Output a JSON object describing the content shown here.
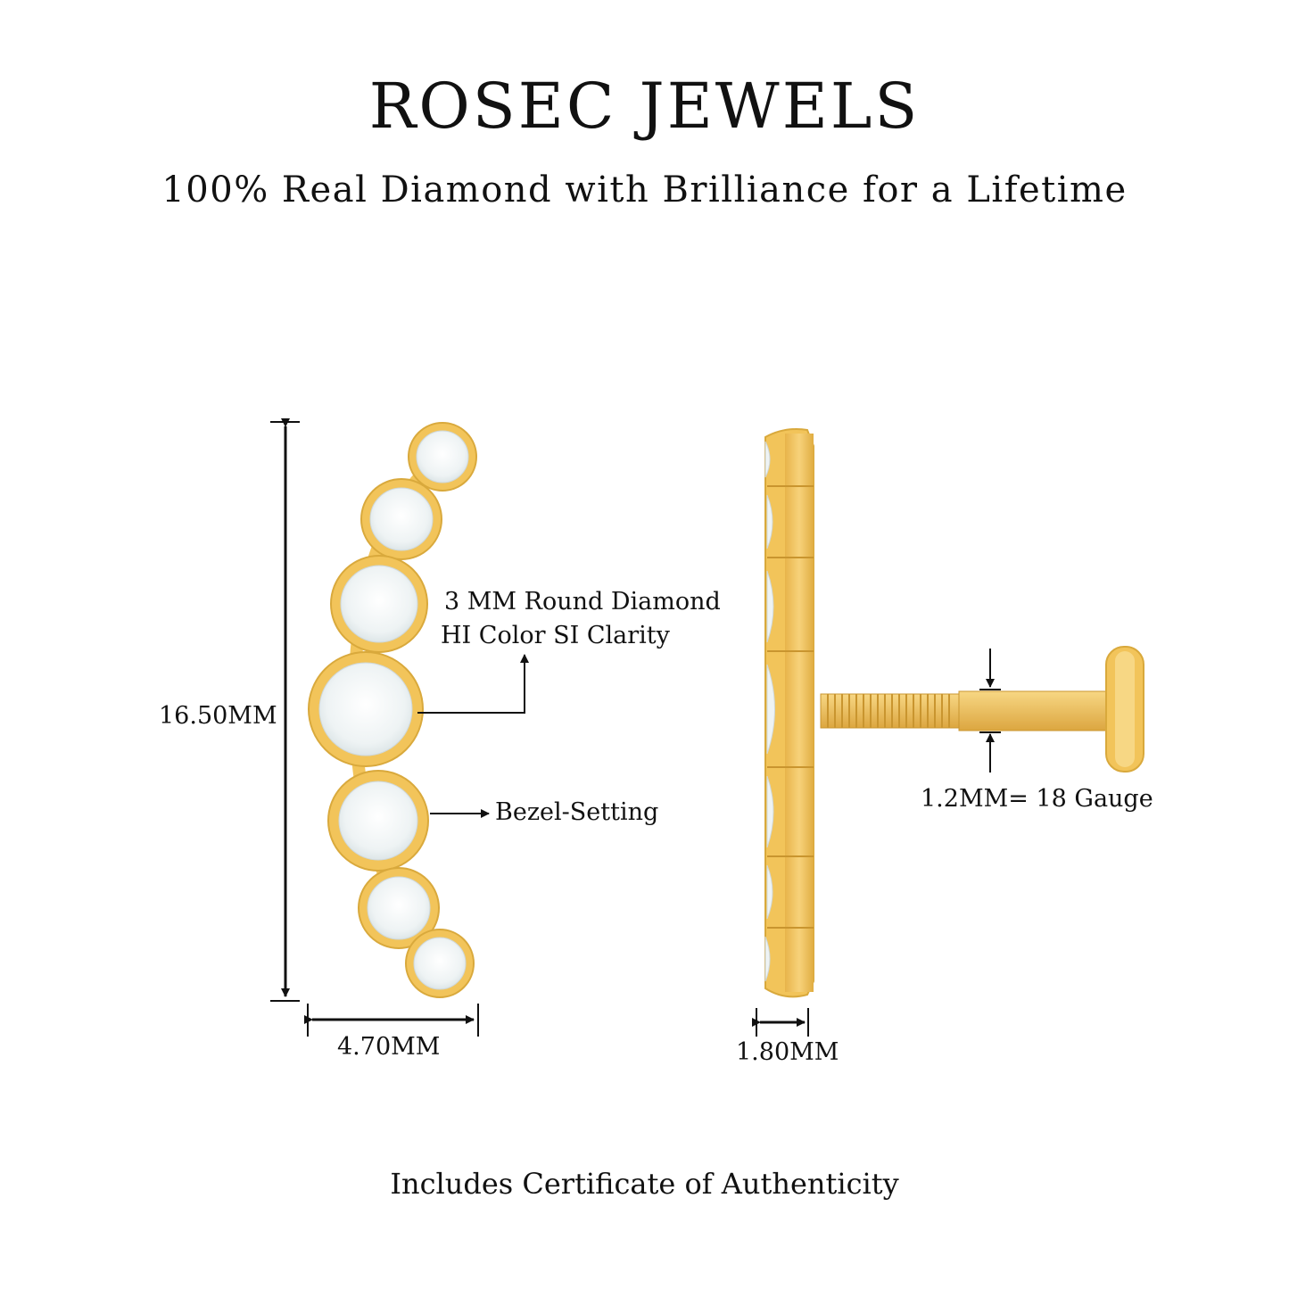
{
  "header": {
    "brand": "ROSEC JEWELS",
    "tagline": "100% Real Diamond with Brilliance for a Lifetime"
  },
  "front_view": {
    "height_label": "16.50MM",
    "width_label": "4.70MM",
    "stone_label_line1": "3 MM Round Diamond",
    "stone_label_line2": "HI Color SI Clarity",
    "setting_label": "Bezel-Setting"
  },
  "side_view": {
    "thickness_label": "1.80MM",
    "gauge_label": "1.2MM=  18 Gauge"
  },
  "footer": {
    "certificate": "Includes Certificate of Authenticity"
  },
  "colors": {
    "gold": "#F2C45A",
    "gold_dark": "#D9A93C",
    "diamond": "#F1F5F6",
    "text": "#111111"
  }
}
